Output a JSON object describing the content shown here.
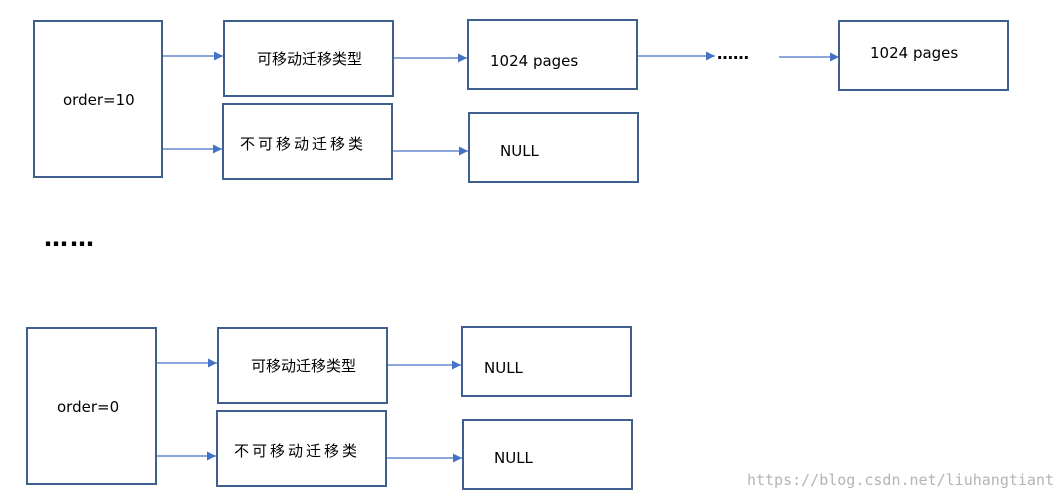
{
  "top_group": {
    "order_label": "order=10",
    "movable_label": "可移动迁移类型",
    "unmovable_label": "不可移动迁移类",
    "movable_first_block": "1024 pages",
    "ellipsis": "……",
    "movable_last_block": "1024 pages",
    "unmovable_block": "NULL"
  },
  "middle_ellipsis": "……",
  "bottom_group": {
    "order_label": "order=0",
    "movable_label": "可移动迁移类型",
    "unmovable_label": "不可移动迁移类",
    "movable_block": "NULL",
    "unmovable_block": "NULL"
  },
  "watermark": "https://blog.csdn.net/liuhangtiant",
  "colors": {
    "box_border": "#3f5f8f",
    "arrow": "#4472c4",
    "watermark": "#b4b4b4"
  }
}
